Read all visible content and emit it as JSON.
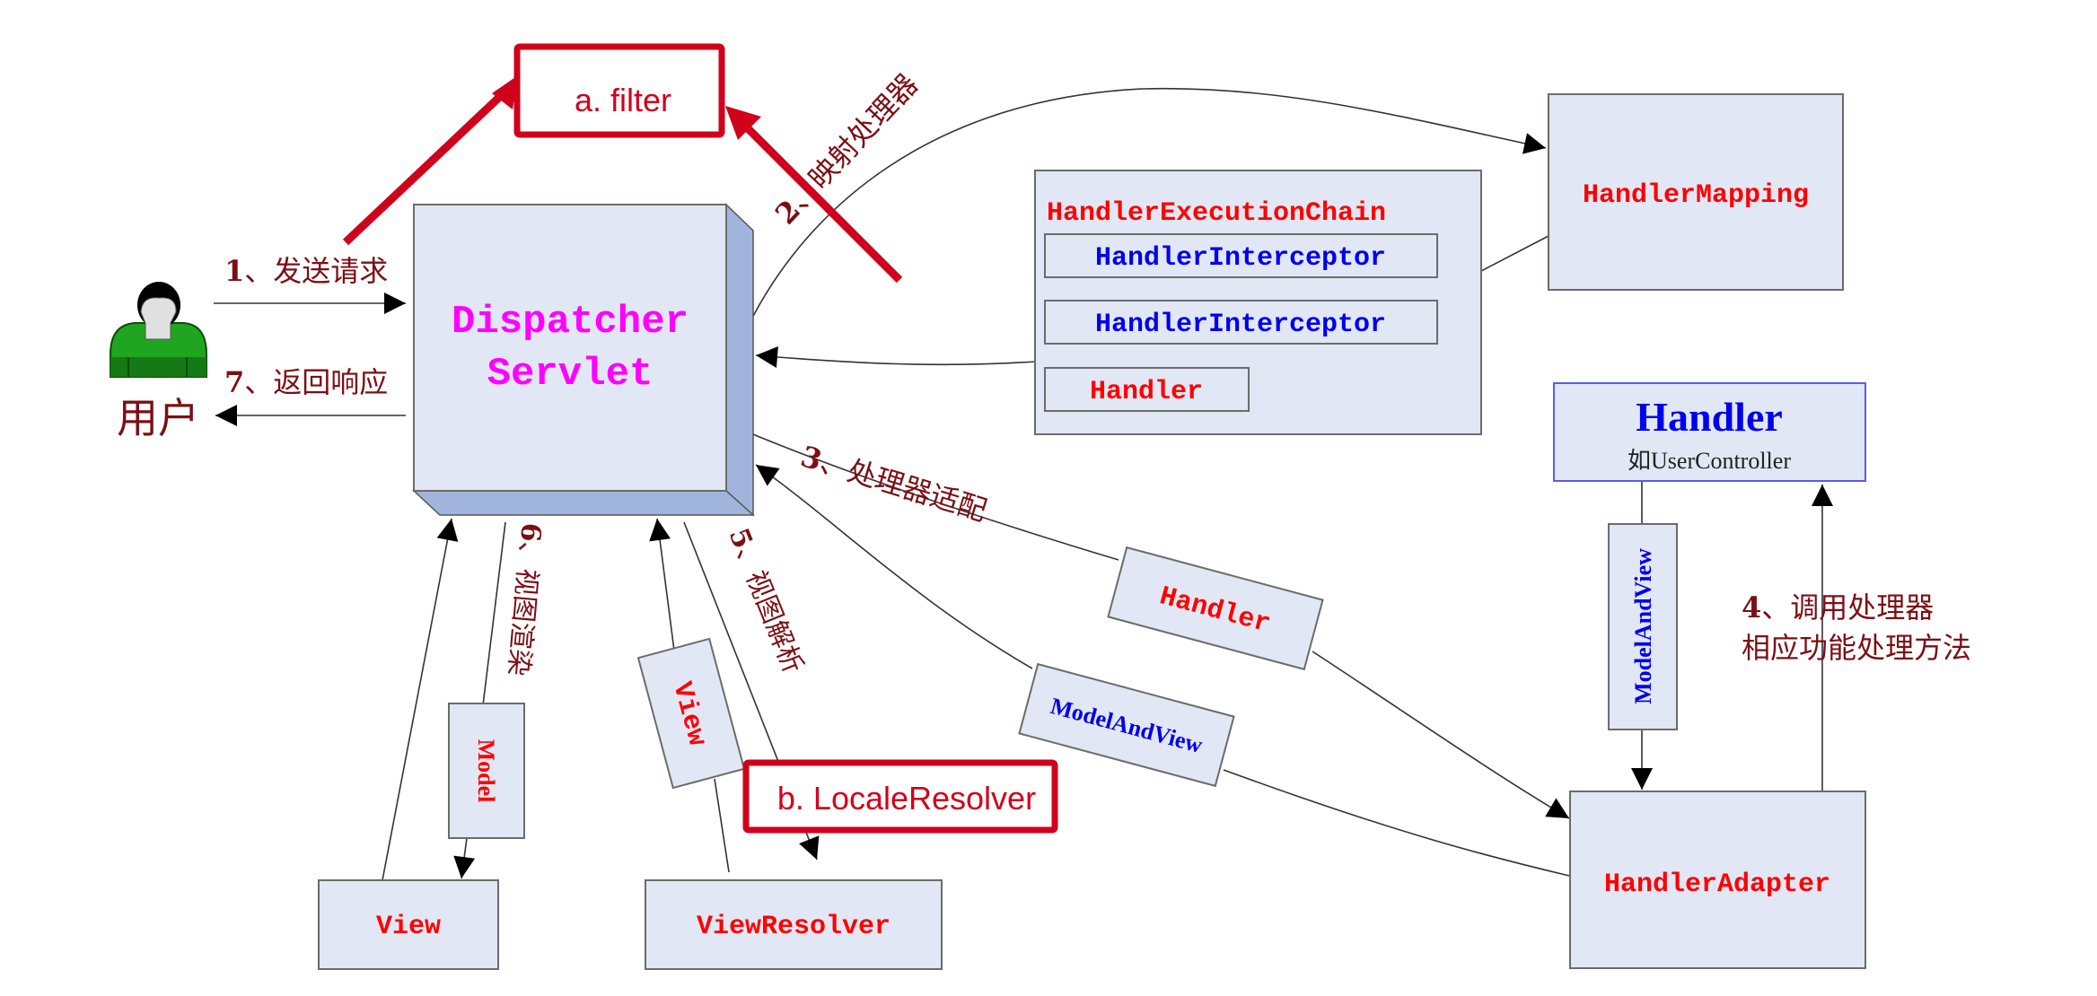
{
  "diagram": {
    "title": "Spring MVC request processing flow",
    "colors": {
      "box_fill": "#e1e7f4",
      "box_side": "#a1b5dc",
      "annotation_red": "#d0021b",
      "class_red": "#ff0000",
      "class_blue": "#0000ee",
      "dispatcher_magenta": "#ff00ff",
      "step_label": "#7b0f14"
    },
    "user": {
      "label": "用户",
      "icon": "user-icon"
    },
    "dispatcher": {
      "line1": "Dispatcher",
      "line2": "Servlet"
    },
    "handler_mapping": {
      "label": "HandlerMapping"
    },
    "execution_chain": {
      "title": "HandlerExecutionChain",
      "interceptors": [
        "HandlerInterceptor",
        "HandlerInterceptor"
      ],
      "handler": "Handler"
    },
    "handler_impl": {
      "title": "Handler",
      "subtitle": "如UserController"
    },
    "handler_adapter": {
      "label": "HandlerAdapter"
    },
    "view_resolver": {
      "label": "ViewResolver"
    },
    "view": {
      "label": "View"
    },
    "payloads": {
      "handler_tag": "Handler",
      "model_and_view_tag": "ModelAndView",
      "model_and_view_vertical": "ModelAndView",
      "view_tag": "View",
      "model_tag": "Model"
    },
    "annotations": {
      "filter": "a. filter",
      "locale_resolver": "b. LocaleResolver"
    },
    "steps": {
      "step1_num": "1",
      "step1": "、发送请求",
      "step2_num": "2",
      "step2": "、映射处理器",
      "step3_num": "3",
      "step3": "、处理器适配",
      "step4_line1_num": "4",
      "step4_line1": "、调用处理器",
      "step4_line2": "相应功能处理方法",
      "step5_num": "5",
      "step5": "、视图解析",
      "step6_num": "6",
      "step6": "、视图渲染",
      "step7_num": "7",
      "step7": "、返回响应"
    }
  }
}
